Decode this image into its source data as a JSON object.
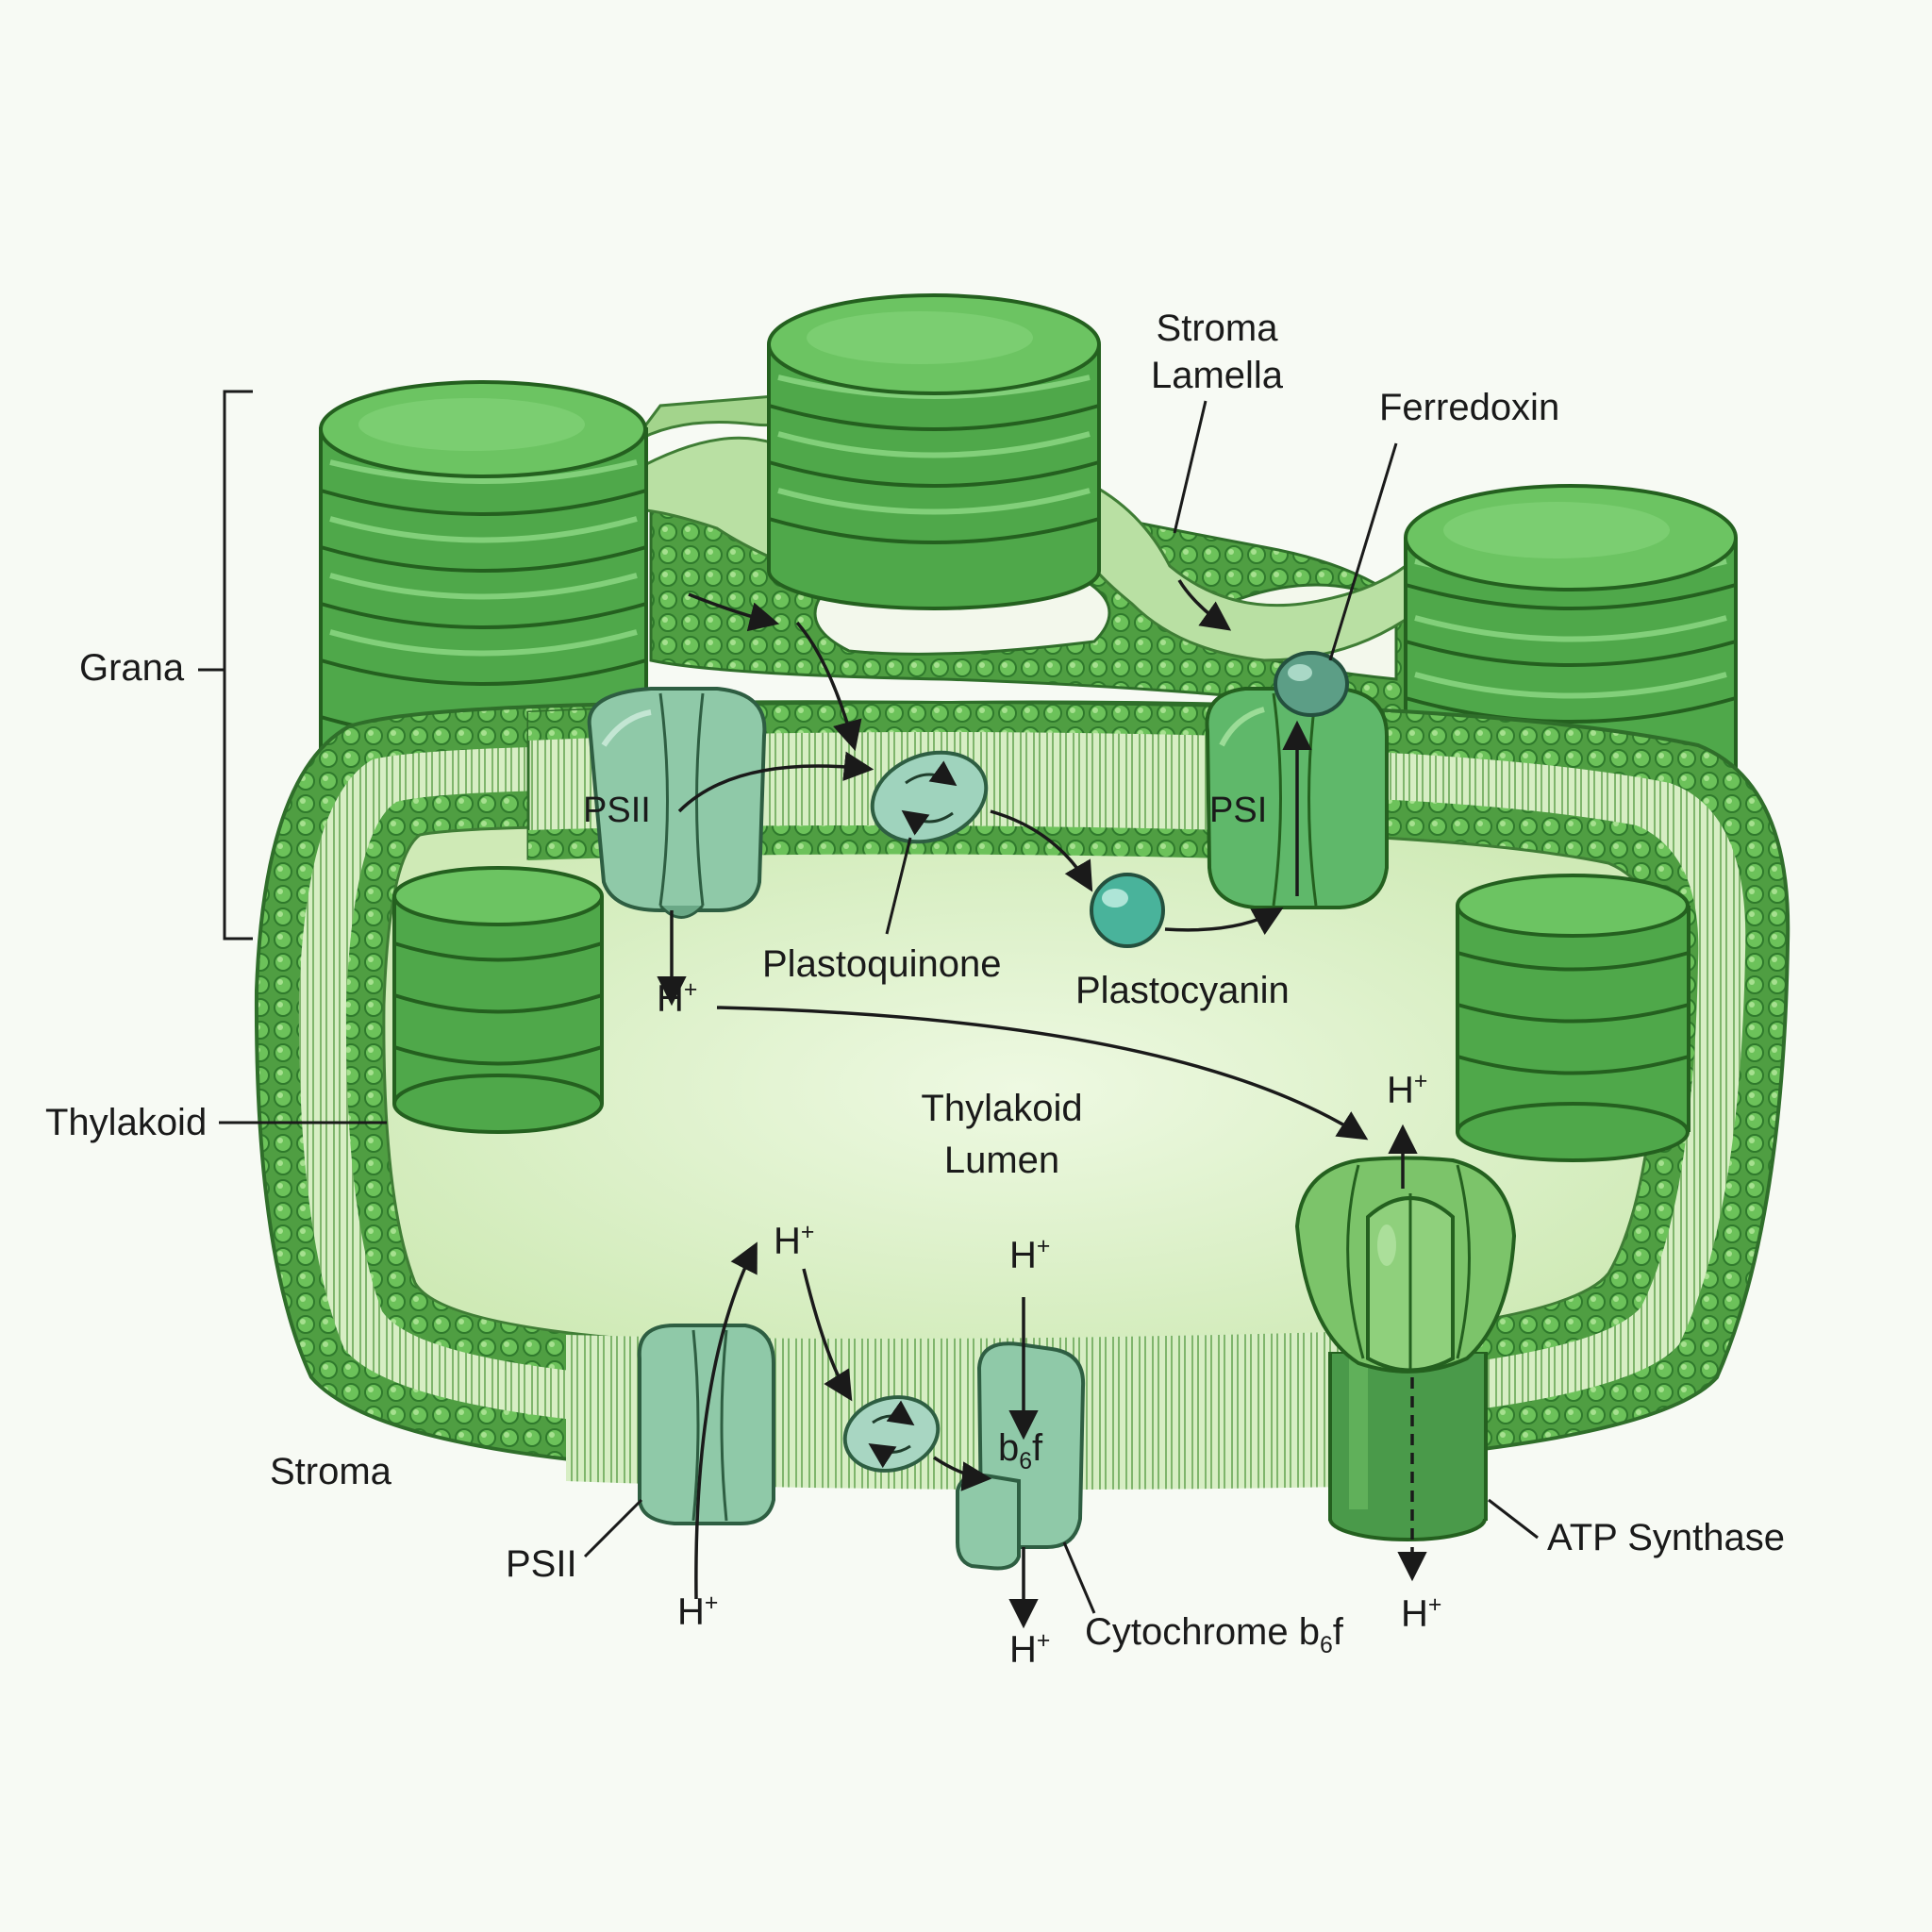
{
  "labels": {
    "grana": "Grana",
    "thylakoid": "Thylakoid",
    "stroma": "Stroma",
    "stroma_lamella_1": "Stroma",
    "stroma_lamella_2": "Lamella",
    "ferredoxin": "Ferredoxin",
    "plastoquinone": "Plastoquinone",
    "plastocyanin": "Plastocyanin",
    "lumen_1": "Thylakoid",
    "lumen_2": "Lumen",
    "psii_top": "PSII",
    "psi_top": "PSI",
    "psii_bottom": "PSII",
    "b6f_main": "b",
    "b6f_sub": "6",
    "b6f_end": "f",
    "cyt_main": "Cytochrome b",
    "cyt_sub": "6",
    "cyt_end": "f",
    "atp_synthase": "ATP Synthase",
    "proton": "H",
    "proton_charge": "+"
  },
  "colors": {
    "background": "#f7faf4",
    "membrane_dark": "#3f8f3a",
    "membrane_head": "#5fb84f",
    "lumen": "#e6f5d6",
    "granum_face": "#5cb85a",
    "granum_top": "#74c96a",
    "protein": "#8fc9a8",
    "protein_dark": "#6aa886",
    "plastocyanin": "#49b39b",
    "ferredoxin": "#5c9e86",
    "atp_head": "#7cc46a",
    "atp_stalk": "#4a9a4a"
  }
}
